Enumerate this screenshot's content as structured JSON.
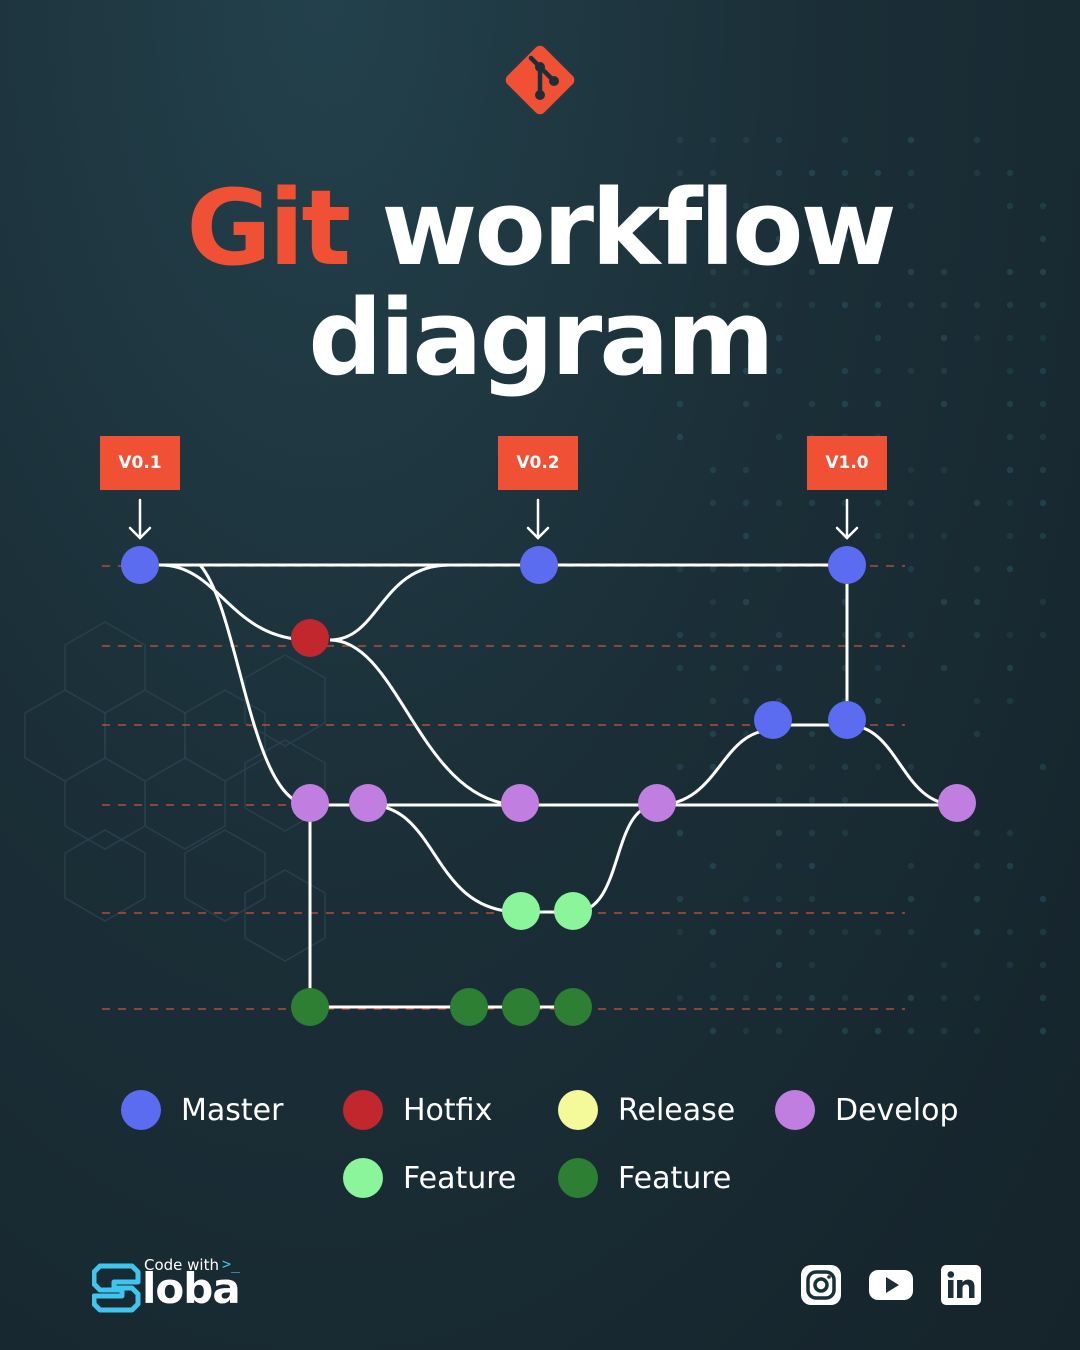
{
  "title": {
    "accent": "Git",
    "rest": " workflow",
    "line2": "diagram"
  },
  "tags": [
    "V0.1",
    "V0.2",
    "V1.0"
  ],
  "legend": [
    {
      "label": "Master",
      "color": "#5b6cf0"
    },
    {
      "label": "Hotfix",
      "color": "#c2272d"
    },
    {
      "label": "Release",
      "color": "#f4f99a"
    },
    {
      "label": "Develop",
      "color": "#c07ee0"
    },
    {
      "label": "Feature",
      "color": "#8af59a"
    },
    {
      "label": "Feature",
      "color": "#2c7f33"
    }
  ],
  "brand": {
    "prefix": "Code with",
    "name": "loba"
  },
  "colors": {
    "accent": "#f05033",
    "line": "#ffffff",
    "dashed": "#c9553a"
  },
  "icons": [
    "git-logo-icon",
    "arrow-down-icon",
    "instagram-icon",
    "youtube-icon",
    "linkedin-icon"
  ]
}
